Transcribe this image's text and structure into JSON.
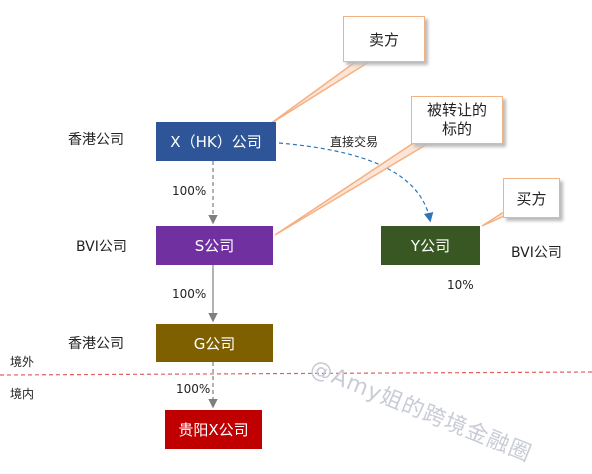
{
  "colors": {
    "hk_company": "#2E5597",
    "bvi_s": "#7030A0",
    "hk_g": "#7F6000",
    "y_company": "#385723",
    "guiyang": "#C00000",
    "callout_line": "#F4B183",
    "callout_bg": "#FCE4D6",
    "border_dash": "#E06060",
    "arrow_dash": "#2E75B6"
  },
  "nodes": {
    "x_hk": "X（HK）公司",
    "s": "S公司",
    "g": "G公司",
    "y": "Y公司",
    "guiyang": "贵阳X公司"
  },
  "side_labels": {
    "x_hk": "香港公司",
    "s": "BVI公司",
    "g": "香港公司",
    "y": "BVI公司"
  },
  "edges": {
    "x_to_s": "100%",
    "s_to_g": "100%",
    "g_to_guiyang": "100%",
    "y_share": "10%",
    "direct_trade": "直接交易"
  },
  "callouts": {
    "seller": "卖方",
    "target_line1": "被转让的",
    "target_line2": "标的",
    "buyer": "买方"
  },
  "border": {
    "outside": "境外",
    "inside": "境内"
  },
  "watermark": "@Amy姐的跨境金融圈"
}
